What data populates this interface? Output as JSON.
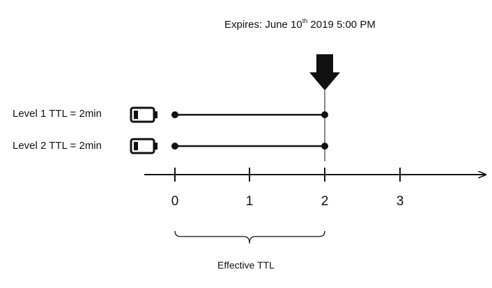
{
  "expiry": {
    "prefix": "Expires: June 10",
    "ordinal": "th",
    "suffix": " 2019  5:00 PM"
  },
  "levels": [
    {
      "label": "Level 1 TTL = 2min",
      "icon": "battery-icon",
      "start": 0,
      "end": 2
    },
    {
      "label": "Level 2 TTL = 2min",
      "icon": "battery-icon",
      "start": 0,
      "end": 2
    }
  ],
  "axis": {
    "ticks": [
      "0",
      "1",
      "2",
      "3"
    ]
  },
  "bracket": {
    "label": "Effective TTL",
    "start": 0,
    "end": 2
  },
  "marker": {
    "icon": "down-arrow-icon",
    "at": 2
  }
}
